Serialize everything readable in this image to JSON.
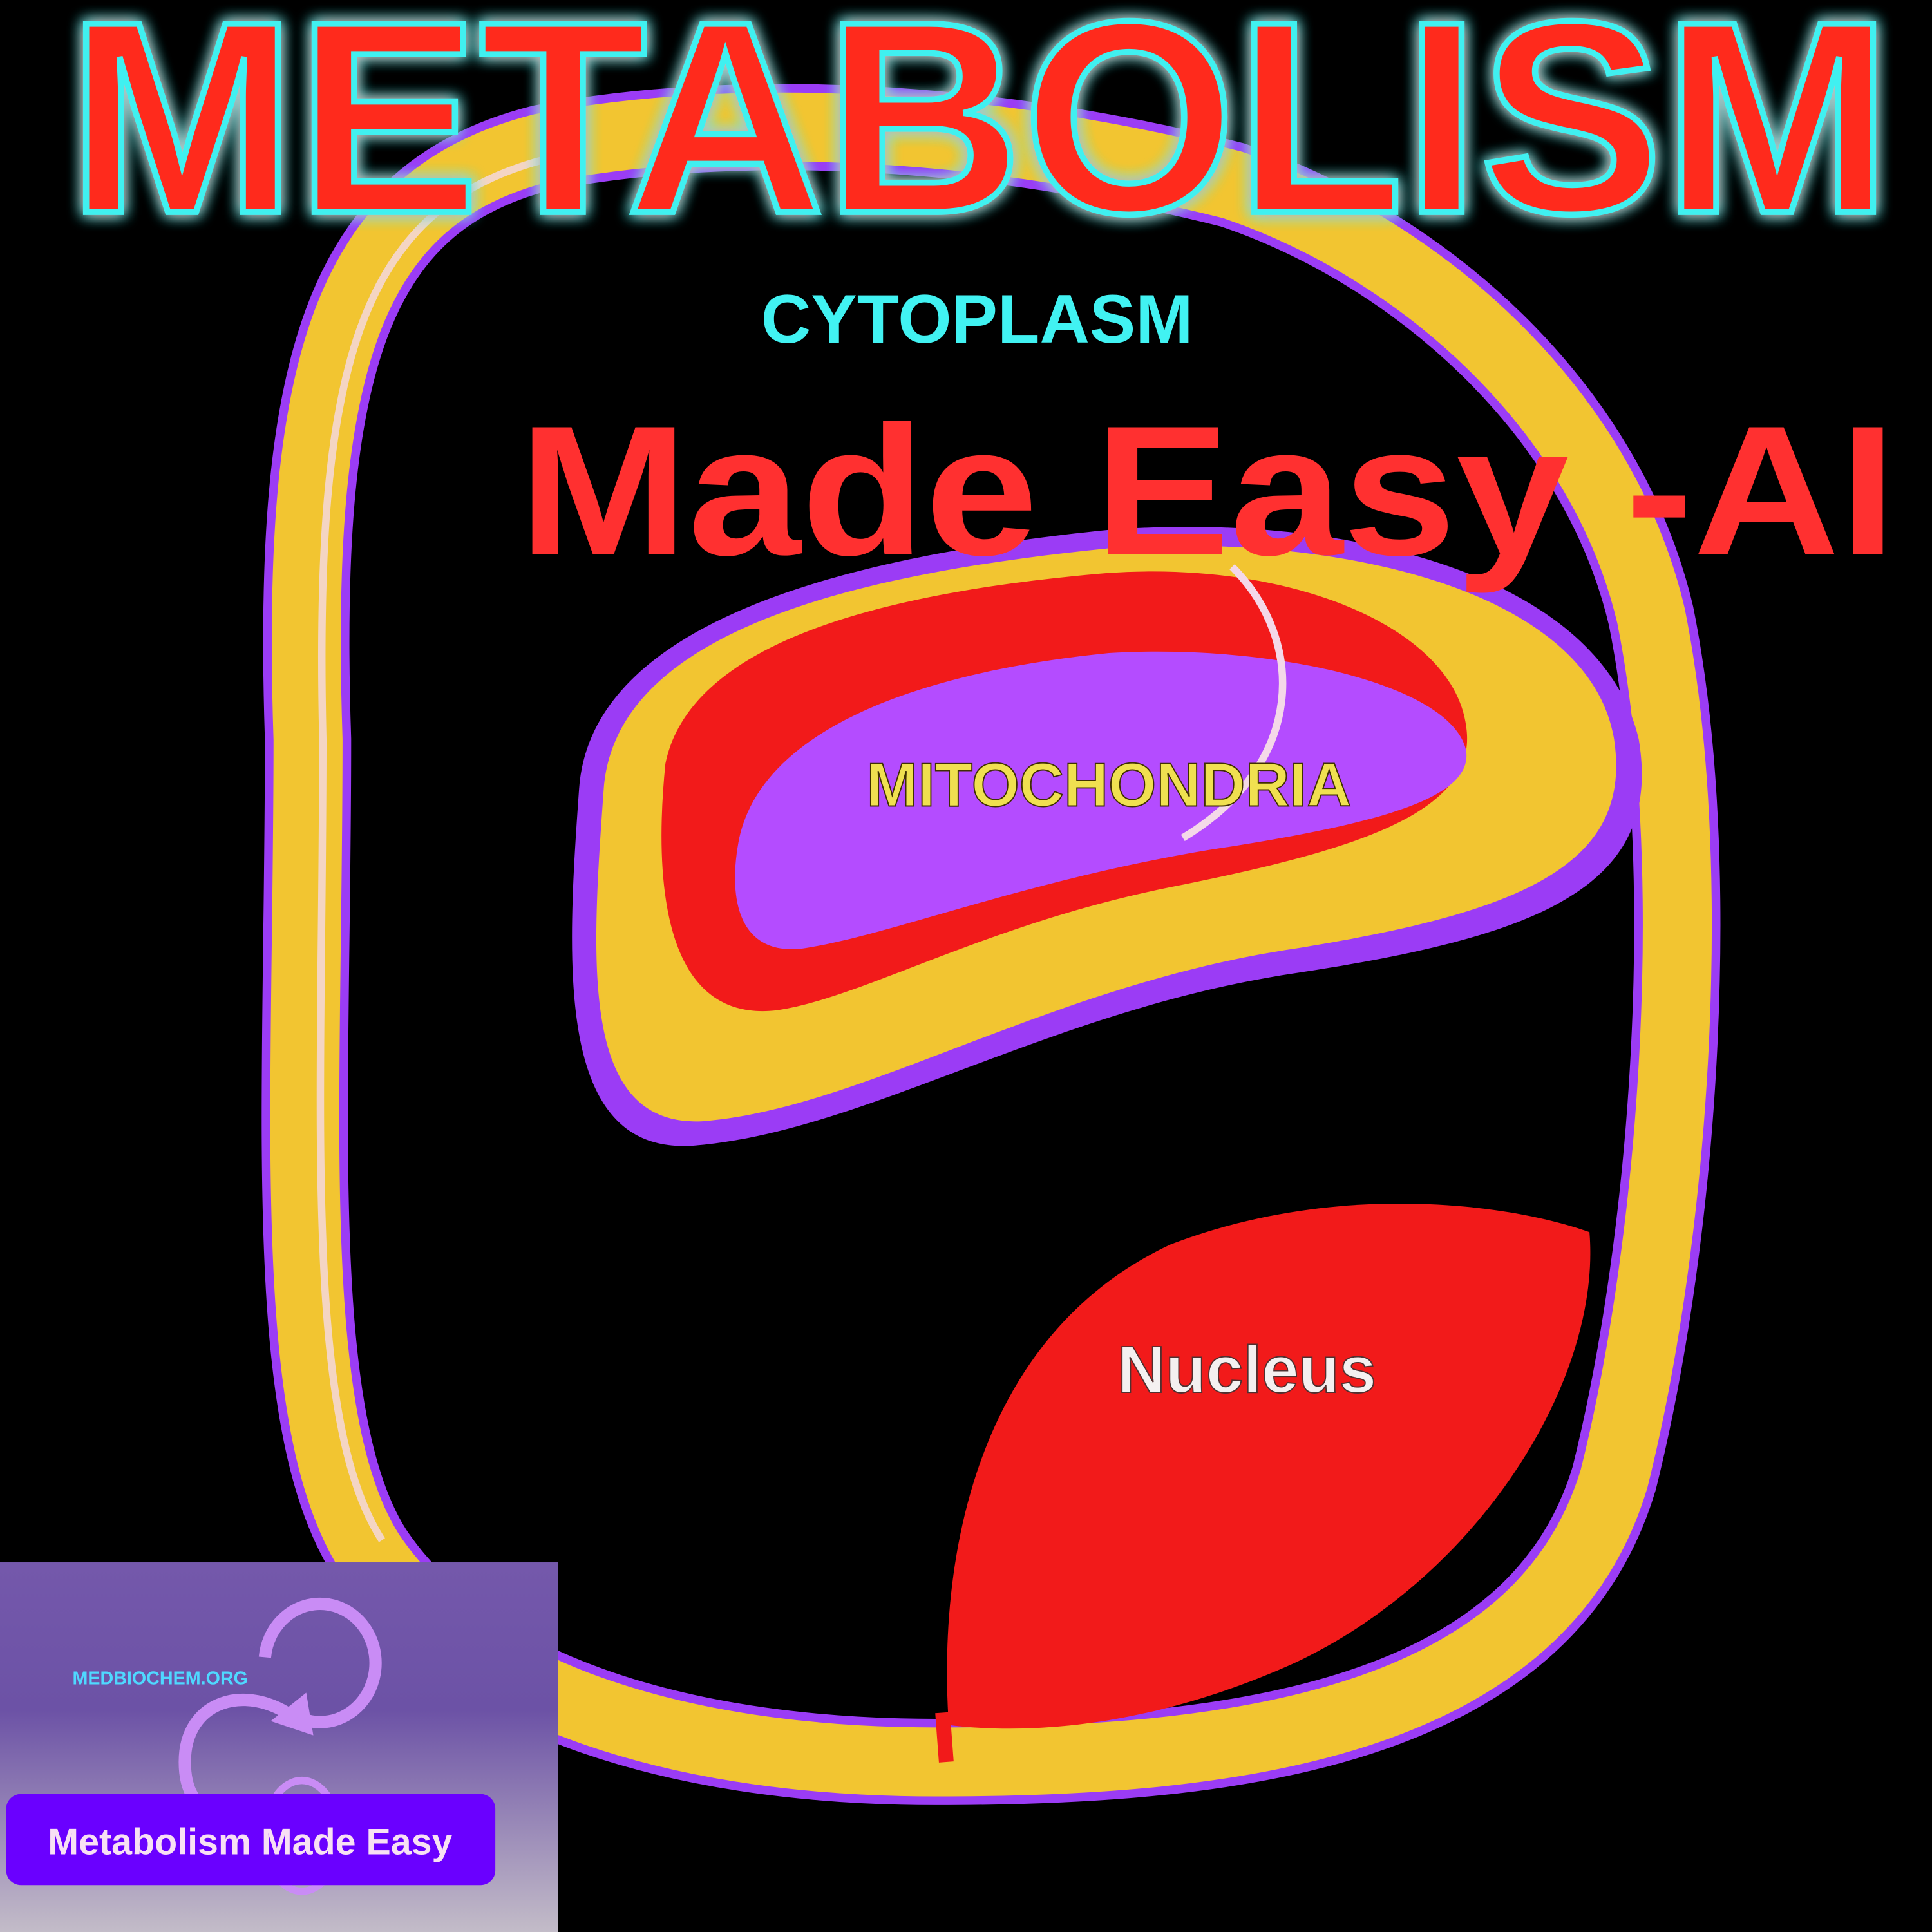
{
  "header": {
    "title": "METABOLISM",
    "subtitle": "Made Easy -AI"
  },
  "diagram": {
    "labels": {
      "cytoplasm": "CYTOPLASM",
      "mitochondria": "MITOCHONDRIA",
      "nucleus": "Nucleus"
    }
  },
  "logo": {
    "website": "MEDBIOCHEM.ORG",
    "banner": "Metabolism Made  Easy"
  },
  "colors": {
    "title_red": "#ff2a1a",
    "title_glow": "#3ff0f0",
    "cell_yellow": "#f2c531",
    "membrane_purple": "#9b3cf5",
    "organelle_red": "#f21a1a",
    "matrix_violet": "#b44cff",
    "cytoplasm_cyan": "#41f2f2",
    "logo_bg": "#7a5fb0",
    "banner_purple": "#6a00ff"
  }
}
